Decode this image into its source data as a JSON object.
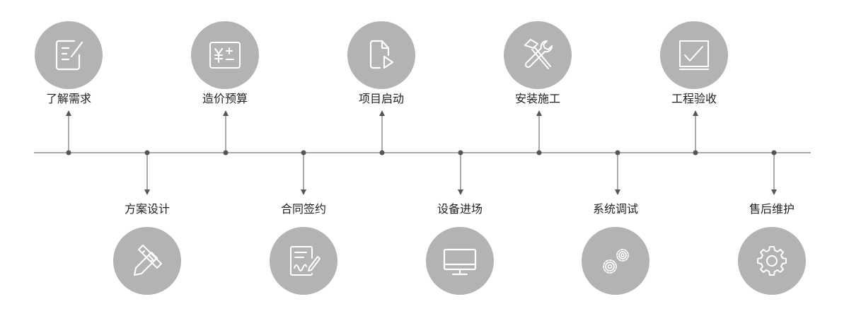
{
  "colors": {
    "line": "#555555",
    "circle": "#b3b3b3",
    "icon": "#ffffff",
    "text": "#222222"
  },
  "steps": [
    {
      "label": "了解需求",
      "icon": "form-edit-icon",
      "position": "top"
    },
    {
      "label": "方案设计",
      "icon": "pencil-ruler-icon",
      "position": "bottom"
    },
    {
      "label": "造价预算",
      "icon": "calculator-yuan-icon",
      "position": "top"
    },
    {
      "label": "合同签约",
      "icon": "contract-sign-icon",
      "position": "bottom"
    },
    {
      "label": "项目启动",
      "icon": "document-play-icon",
      "position": "top"
    },
    {
      "label": "设备进场",
      "icon": "monitor-icon",
      "position": "bottom"
    },
    {
      "label": "安装施工",
      "icon": "hammer-wrench-icon",
      "position": "top"
    },
    {
      "label": "系统调试",
      "icon": "gears-icon",
      "position": "bottom"
    },
    {
      "label": "工程验收",
      "icon": "check-board-icon",
      "position": "top"
    },
    {
      "label": "售后维护",
      "icon": "gear-icon",
      "position": "bottom"
    }
  ]
}
